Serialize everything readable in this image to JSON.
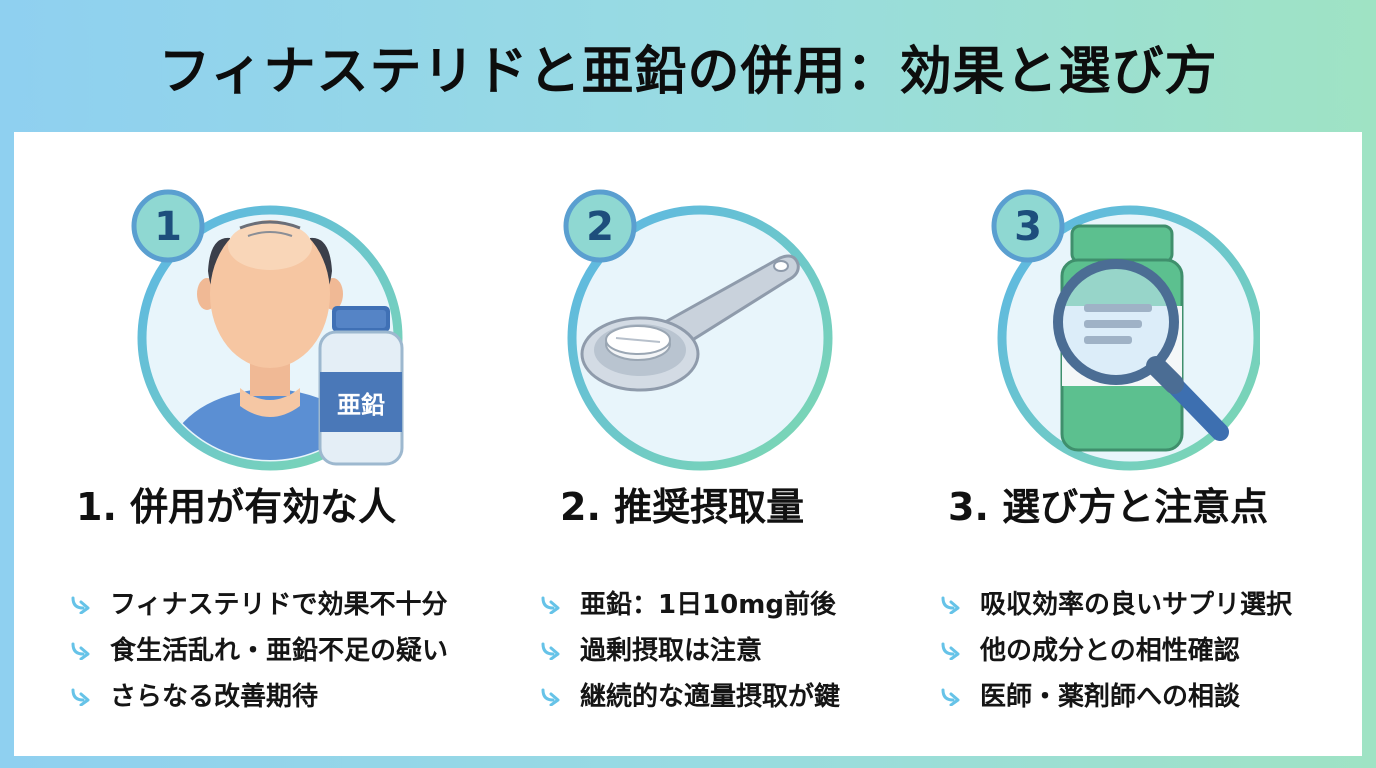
{
  "title": "フィナステリドと亜鉛の併用：効果と選び方",
  "colors": {
    "ring_start": "#5bb5e6",
    "ring_end": "#7ed9b0",
    "badge_fill": "#8fd8d2",
    "badge_text": "#1d4e7c",
    "arrow": "#66c3e8",
    "bottle_blue": "#4a78b8"
  },
  "sections": [
    {
      "badge": "1",
      "heading": "1. 併用が有効な人",
      "icon": "person-with-zinc-bottle-icon",
      "bottle_label": "亜鉛",
      "items": [
        "フィナステリドで効果不十分",
        "食生活乱れ・亜鉛不足の疑い",
        "さらなる改善期待"
      ]
    },
    {
      "badge": "2",
      "heading": "2. 推奨摂取量",
      "icon": "spoon-with-tablet-icon",
      "items": [
        "亜鉛：1日10mg前後",
        "過剰摂取は注意",
        "継続的な適量摂取が鍵"
      ]
    },
    {
      "badge": "3",
      "heading": "3. 選び方と注意点",
      "icon": "magnifier-over-bottle-icon",
      "items": [
        "吸収効率の良いサプリ選択",
        "他の成分との相性確認",
        "医師・薬剤師への相談"
      ]
    }
  ]
}
